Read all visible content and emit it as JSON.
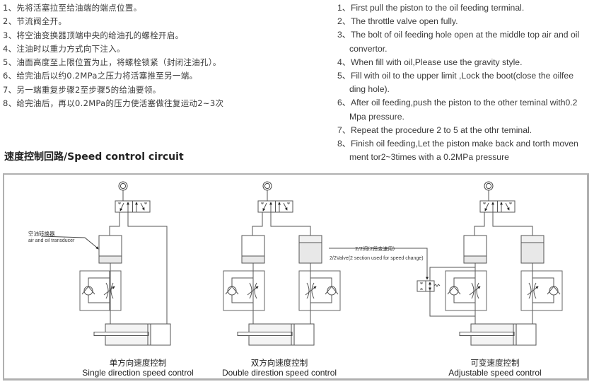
{
  "instructions_zh": [
    "1、先将活塞拉至给油端的端点位置。",
    "2、节流阀全开。",
    "3、将空油变换器顶端中央的给油孔的螺栓开启。",
    "4、注油时以重力方式向下注入。",
    "5、油面高度至上限位置为止，将螺栓锁紧（封闭注油孔）。",
    "6、给完油后以约0.2MPa之压力将活塞推至另一端。",
    "7、另一端重复步骤2至步骤5的给油要领。",
    "8、给完油后，再以0.2MPa的压力使活塞做往复运动2~3次"
  ],
  "instructions_en": [
    {
      "num": "1、",
      "text": "First pull the piston to the oil feeding terminal.",
      "cont": ""
    },
    {
      "num": "2、",
      "text": "The throttle valve open fully.",
      "cont": ""
    },
    {
      "num": "3、",
      "text": "The bolt of oil feeding hole open at the middle top air and oil",
      "cont": "convertor."
    },
    {
      "num": "4、",
      "text": "When fill with oil,Please use the gravity style.",
      "cont": ""
    },
    {
      "num": "5、",
      "text": "Fill with oil to the upper  limit ,Lock the boot(close the oilfee",
      "cont": "ding hole)."
    },
    {
      "num": "6、",
      "text": "After oil feeding,push the piston to the other teminal with0.2",
      "cont": "Mpa pressure."
    },
    {
      "num": "7、",
      "text": "Repeat the procedure 2 to 5 at the othr teminal.",
      "cont": ""
    },
    {
      "num": "8、",
      "text": "Finish oil feeding,Let the piston make back and torth moven",
      "cont": "ment tor2~3times with a 0.2MPa pressure"
    }
  ],
  "section_title": "速度控制回路/Speed control circuit",
  "labels": {
    "transducer_zh": "空油转换器",
    "transducer_en": "air and oil transducer",
    "valve_zh": "2/2阀(2段变速用)",
    "valve_en": "2/2Valve(2 section used for speed change)"
  },
  "circuits": [
    {
      "caption_zh": "单方向速度控制",
      "caption_en": "Single direction speed control"
    },
    {
      "caption_zh": "双方向速度控制",
      "caption_en": "Double direstion speed control"
    },
    {
      "caption_zh": "可变速度控制",
      "caption_en": "Adjustable speed control"
    }
  ]
}
